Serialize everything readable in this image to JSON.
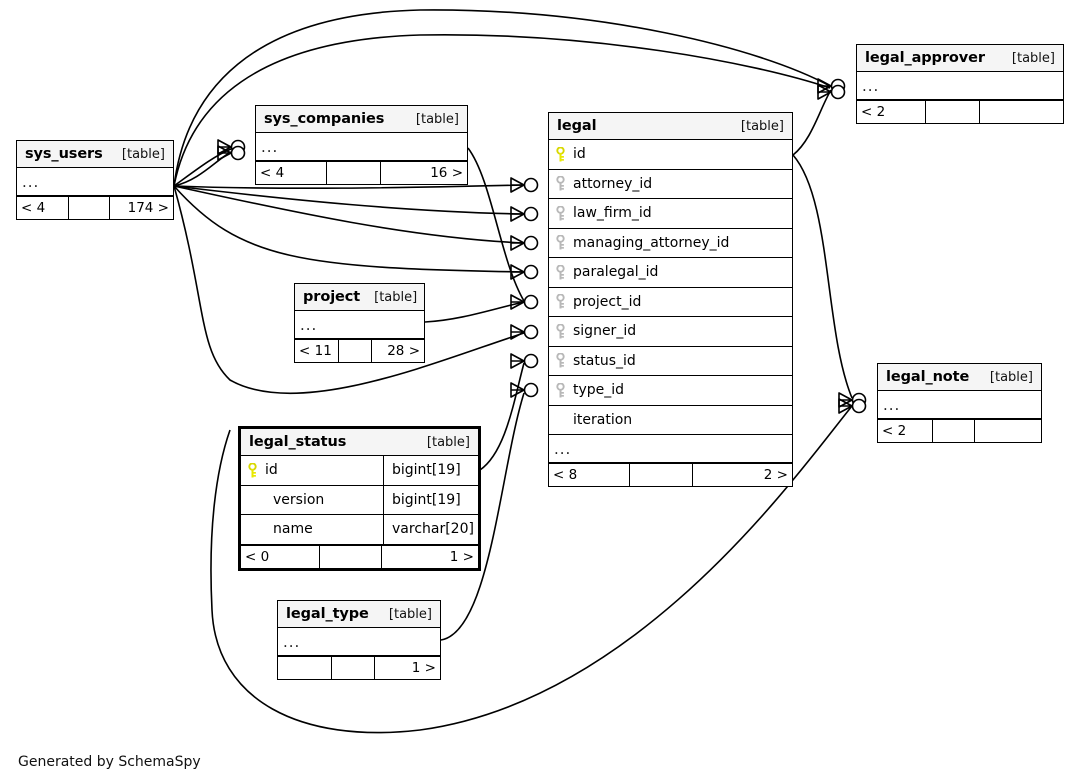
{
  "diagram": {
    "type": "entity-relationship-diagram",
    "generator_credit": "Generated by SchemaSpy",
    "table_tag": "[table]",
    "ellipsis": "...",
    "colors": {
      "primary_key_icon": "#e8e800",
      "foreign_key_icon": "#b8b8b8",
      "header_background": "#f5f5f5",
      "border": "#000000",
      "background": "#ffffff"
    }
  },
  "tables": {
    "sys_users": {
      "name": "sys_users",
      "tag": "[table]",
      "ellipsis": "...",
      "footer": {
        "left": "< 4",
        "mid": "",
        "right": "174 >"
      }
    },
    "sys_companies": {
      "name": "sys_companies",
      "tag": "[table]",
      "ellipsis": "...",
      "footer": {
        "left": "< 4",
        "mid": "",
        "right": "16 >"
      }
    },
    "project": {
      "name": "project",
      "tag": "[table]",
      "ellipsis": "...",
      "footer": {
        "left": "< 11",
        "mid": "",
        "right": "28 >"
      }
    },
    "legal": {
      "name": "legal",
      "tag": "[table]",
      "ellipsis": "...",
      "columns": [
        {
          "name": "id",
          "key": "primary"
        },
        {
          "name": "attorney_id",
          "key": "foreign"
        },
        {
          "name": "law_firm_id",
          "key": "foreign"
        },
        {
          "name": "managing_attorney_id",
          "key": "foreign"
        },
        {
          "name": "paralegal_id",
          "key": "foreign"
        },
        {
          "name": "project_id",
          "key": "foreign"
        },
        {
          "name": "signer_id",
          "key": "foreign"
        },
        {
          "name": "status_id",
          "key": "foreign"
        },
        {
          "name": "type_id",
          "key": "foreign"
        },
        {
          "name": "iteration",
          "key": "none"
        }
      ],
      "footer": {
        "left": "< 8",
        "mid": "",
        "right": "2 >"
      }
    },
    "legal_approver": {
      "name": "legal_approver",
      "tag": "[table]",
      "ellipsis": "...",
      "footer": {
        "left": "< 2",
        "mid": "",
        "right": ""
      }
    },
    "legal_note": {
      "name": "legal_note",
      "tag": "[table]",
      "ellipsis": "...",
      "footer": {
        "left": "< 2",
        "mid": "",
        "right": ""
      }
    },
    "legal_status": {
      "name": "legal_status",
      "tag": "[table]",
      "focused": true,
      "columns": [
        {
          "name": "id",
          "key": "primary",
          "type": "bigint[19]"
        },
        {
          "name": "version",
          "key": "none",
          "type": "bigint[19]"
        },
        {
          "name": "name",
          "key": "none",
          "type": "varchar[20]"
        }
      ],
      "footer": {
        "left": "< 0",
        "mid": "",
        "right": "1 >"
      }
    },
    "legal_type": {
      "name": "legal_type",
      "tag": "[table]",
      "ellipsis": "...",
      "footer": {
        "left": "",
        "mid": "",
        "right": "1 >"
      }
    }
  }
}
